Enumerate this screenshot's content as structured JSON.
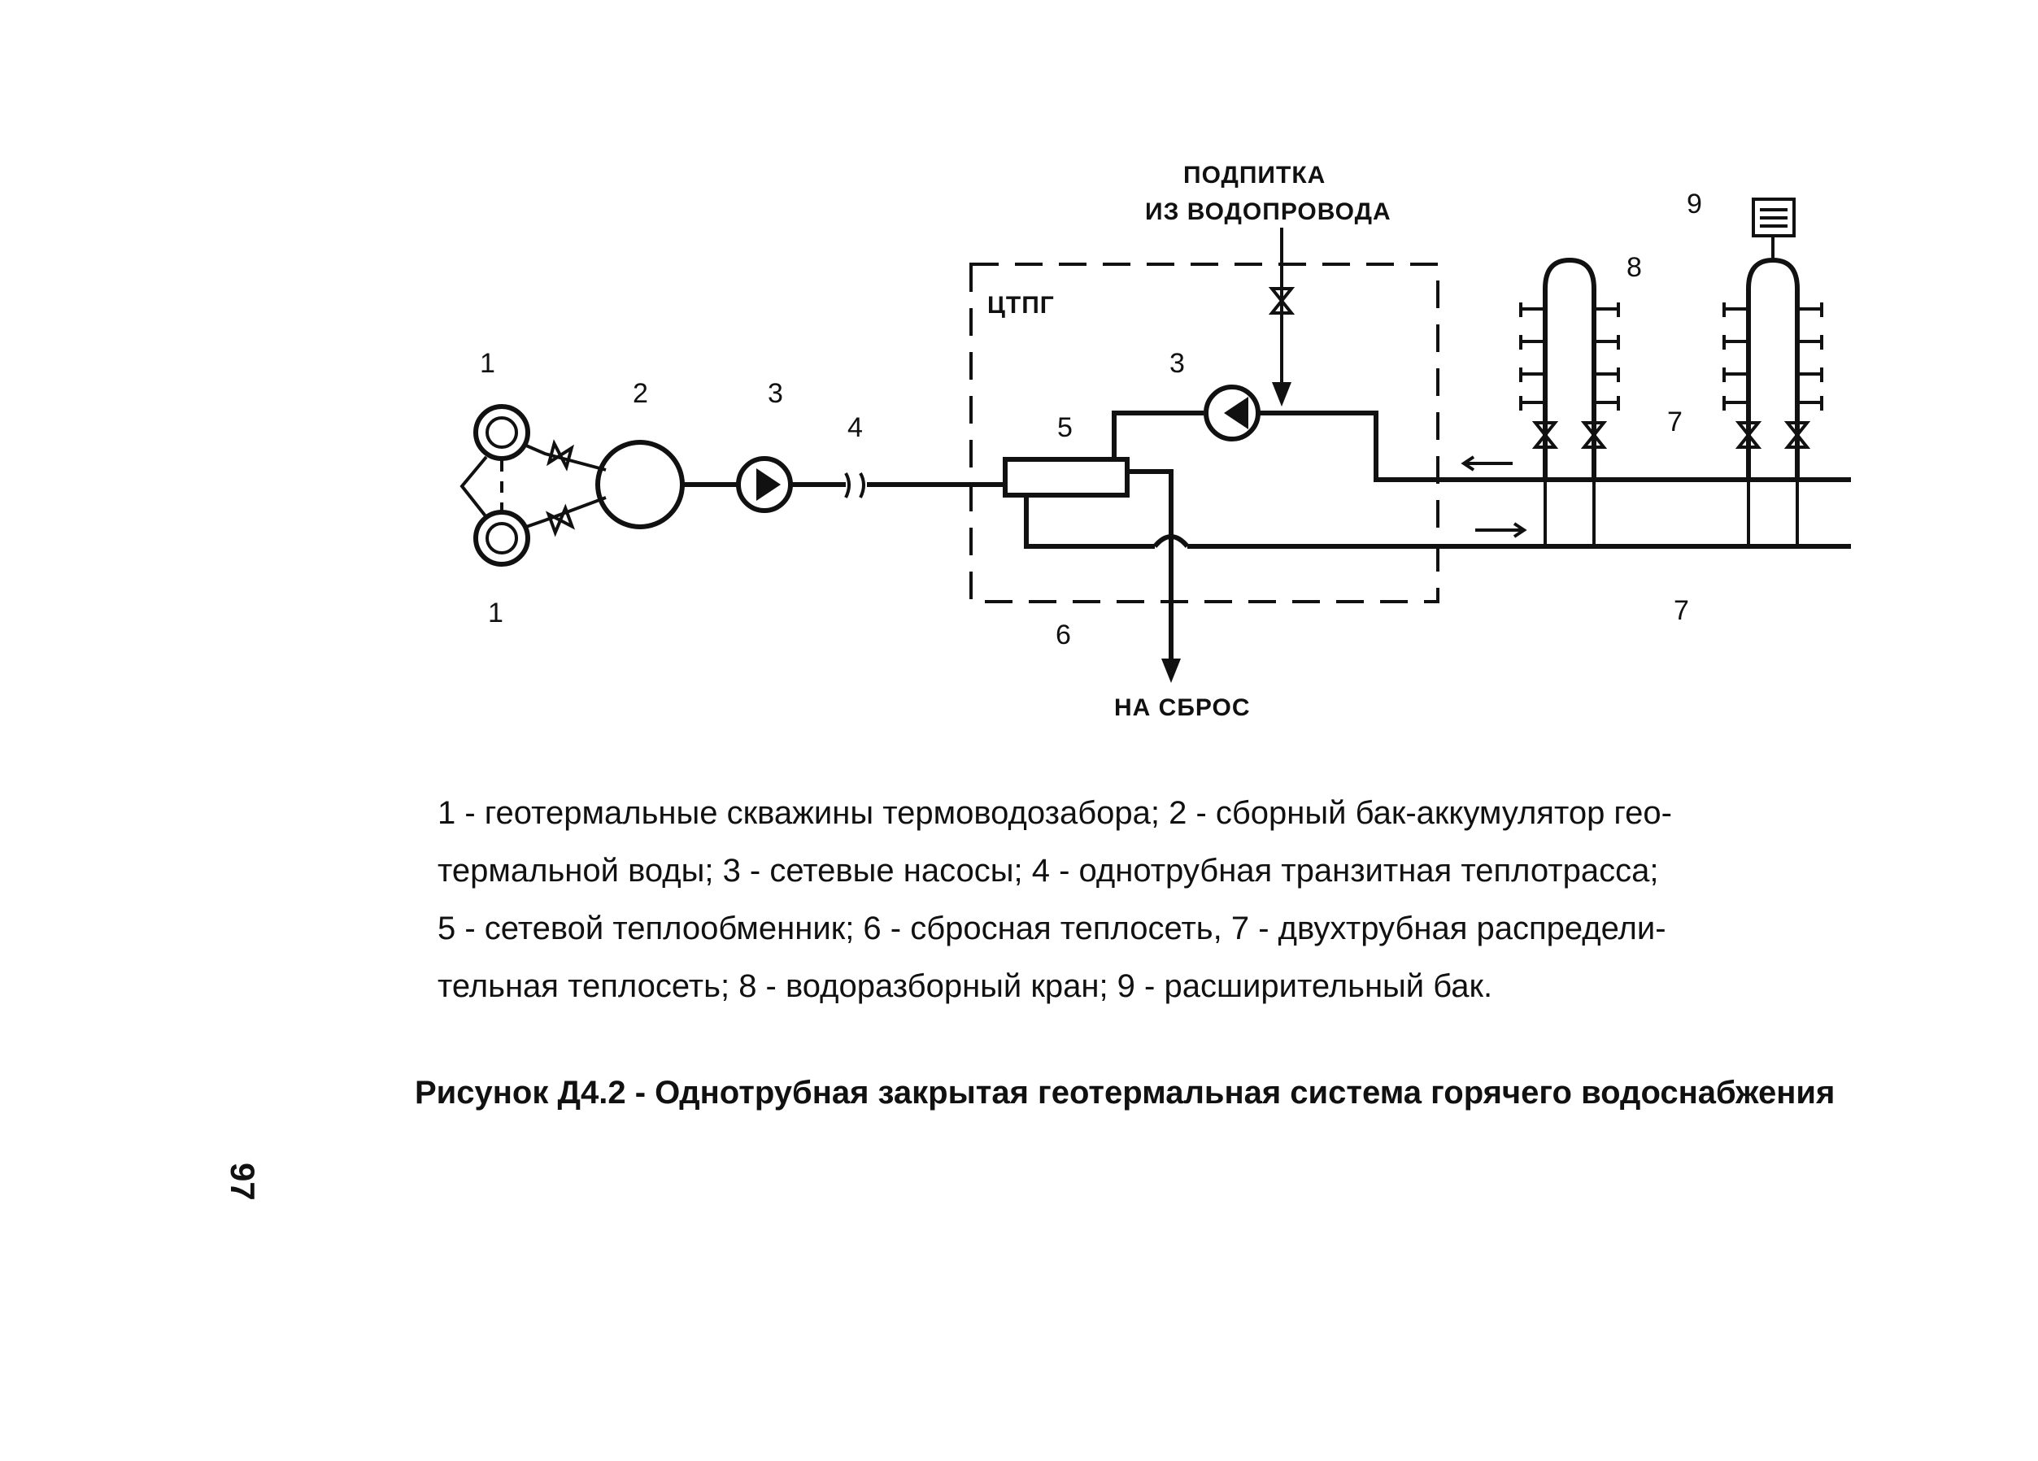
{
  "diagram": {
    "labels": {
      "n1_top": "1",
      "n1_bottom": "1",
      "n2": "2",
      "n3_left": "3",
      "n3_right": "3",
      "n4": "4",
      "n5": "5",
      "n6": "6",
      "n7_upper": "7",
      "n7_lower": "7",
      "n8": "8",
      "n9": "9"
    },
    "ctpg_label": "ЦТПГ",
    "makeup_line1": "ПОДПИТКА",
    "makeup_line2": "ИЗ ВОДОПРОВОДА",
    "discharge_label": "НА СБРОС"
  },
  "legend": [
    "1 - геотермальные скважины термоводозабора; 2 - сборный бак-аккумулятор гео-",
    "термальной воды; 3 - сетевые насосы; 4 - однотрубная транзитная теплотрасса;",
    "5 - сетевой теплообменник; 6 - сбросная теплосеть, 7 - двухтрубная распредели-",
    "тельная теплосеть; 8 - водоразборный кран; 9 - расширительный бак."
  ],
  "caption": "Рисунок Д4.2 - Однотрубная закрытая геотермальная система горячего водоснабжения",
  "page_number": "97"
}
